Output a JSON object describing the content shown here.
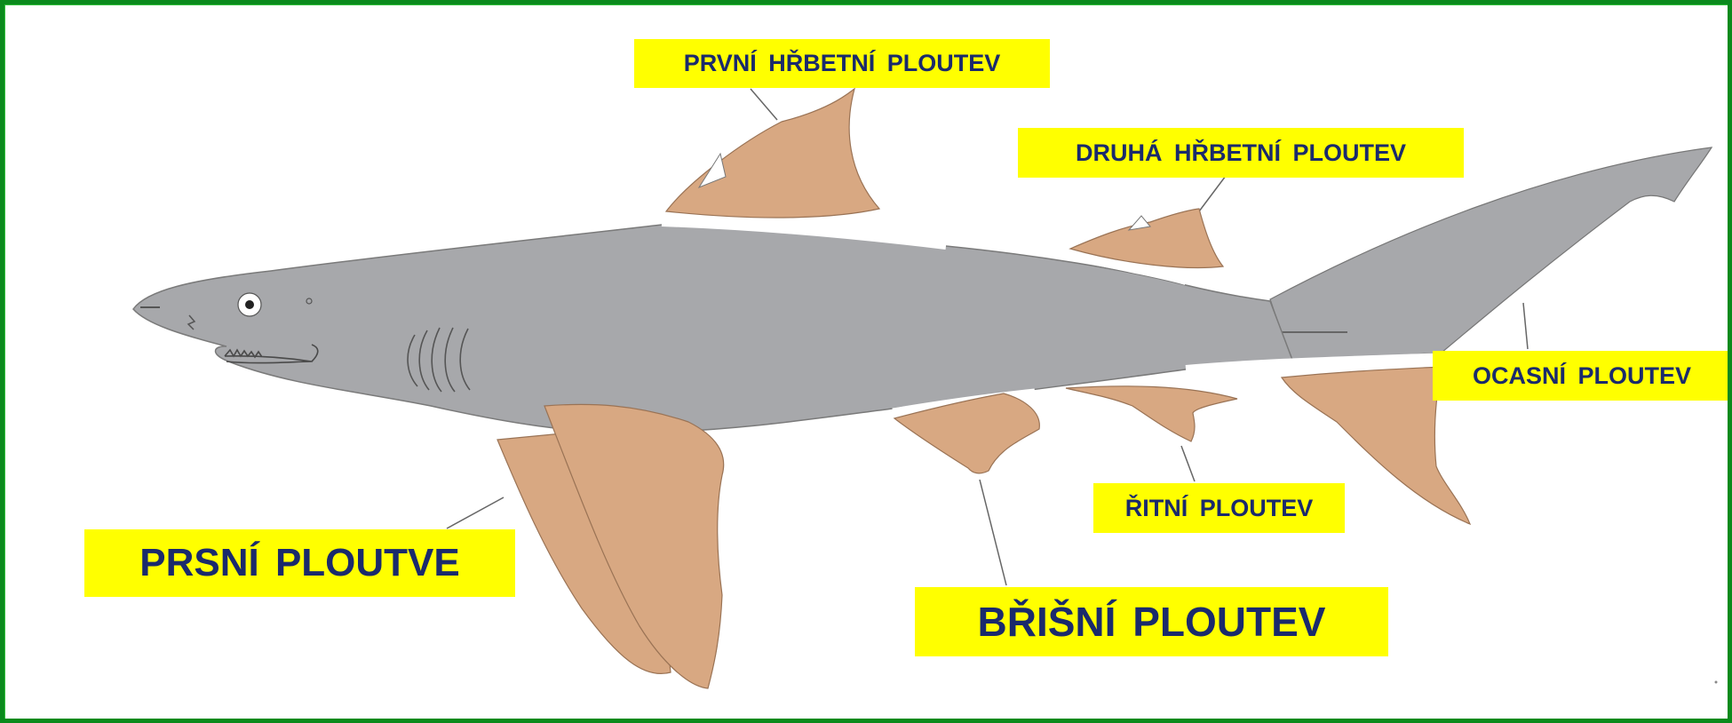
{
  "labels": {
    "first_dorsal_fin": "PRVNÍ HŘBETNÍ PLOUTEV",
    "second_dorsal_fin": "DRUHÁ HŘBETNÍ PLOUTEV",
    "caudal_fin": "OCASNÍ PLOUTEV",
    "pectoral_fins": "PRSNÍ PLOUTVE",
    "anal_fin": "ŘITNÍ PLOUTEV",
    "pelvic_fin": "BŘIŠNÍ PLOUTEV"
  },
  "colors": {
    "frame": "#0a8a1c",
    "shark_body": "#a7a8ab",
    "fins": "#d8a882",
    "label_background": "#ffff00",
    "label_text": "#1a2a6c"
  }
}
